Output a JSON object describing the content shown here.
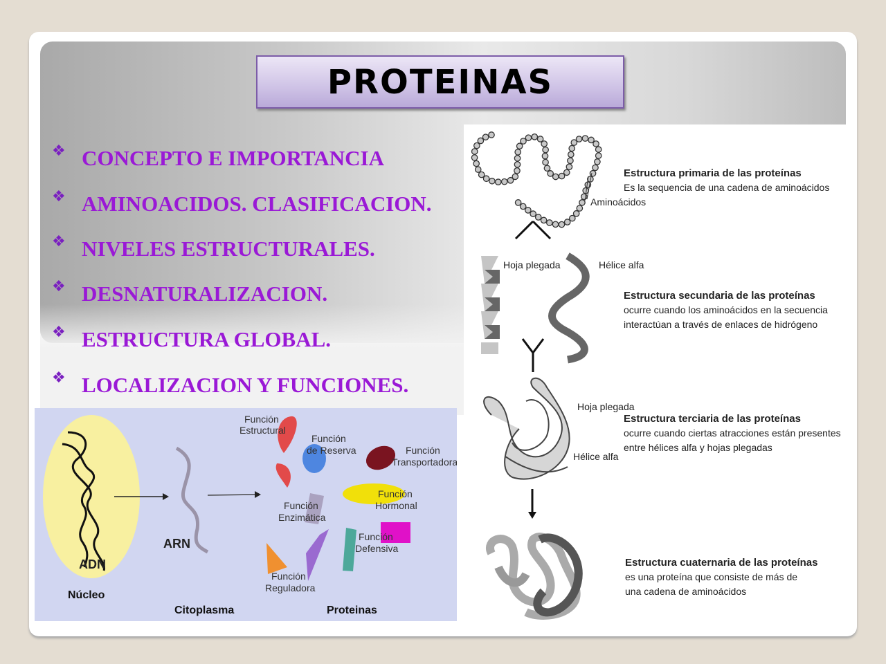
{
  "slide": {
    "title": "PROTEINAS",
    "bullets": [
      "CONCEPTO E IMPORTANCIA",
      "AMINOACIDOS. CLASIFICACION.",
      "NIVELES ESTRUCTURALES.",
      "DESNATURALIZACION.",
      "ESTRUCTURA GLOBAL.",
      "LOCALIZACION Y  FUNCIONES."
    ],
    "bullet_icon": "diamond-cluster-icon"
  },
  "structures_figure": {
    "amino_label": "Aminoácidos",
    "primary_title": "Estructura primaria de las proteínas",
    "primary_desc": "Es la sequencia de una cadena de aminoácidos",
    "sheet_label": "Hoja plegada",
    "helix_label": "Hélice alfa",
    "secondary_title": "Estructura secundaria de las proteínas",
    "secondary_desc1": "ocurre cuando los aminoácidos en la secuencia",
    "secondary_desc2": "interactúan a través de enlaces de hidrógeno",
    "tertiary_sheet_label": "Hoja plegada",
    "tertiary_helix_label": "Hélice alfa",
    "tertiary_title": "Estructura terciaria de las proteínas",
    "tertiary_desc1": "ocurre cuando ciertas atracciones están presentes",
    "tertiary_desc2": "entre hélices alfa y hojas plegadas",
    "quaternary_title": "Estructura cuaternaria de las proteínas",
    "quaternary_desc1": "es una proteína que consiste de más de",
    "quaternary_desc2": "una cadena de aminoácidos"
  },
  "functions_figure": {
    "adn": "ADN",
    "arn": "ARN",
    "nucleo": "Núcleo",
    "citoplasma": "Citoplasma",
    "proteinas": "Proteinas",
    "labels": {
      "estructural": [
        "Función",
        "Estructural"
      ],
      "reserva": [
        "Función",
        "de Reserva"
      ],
      "transportadora": [
        "Función",
        "Transportadora"
      ],
      "enzimatica": [
        "Función",
        "Enzimática"
      ],
      "hormonal": [
        "Función",
        "Hormonal"
      ],
      "defensiva": [
        "Función",
        "Defensiva"
      ],
      "reguladora": [
        "Función",
        "Reguladora"
      ]
    }
  }
}
